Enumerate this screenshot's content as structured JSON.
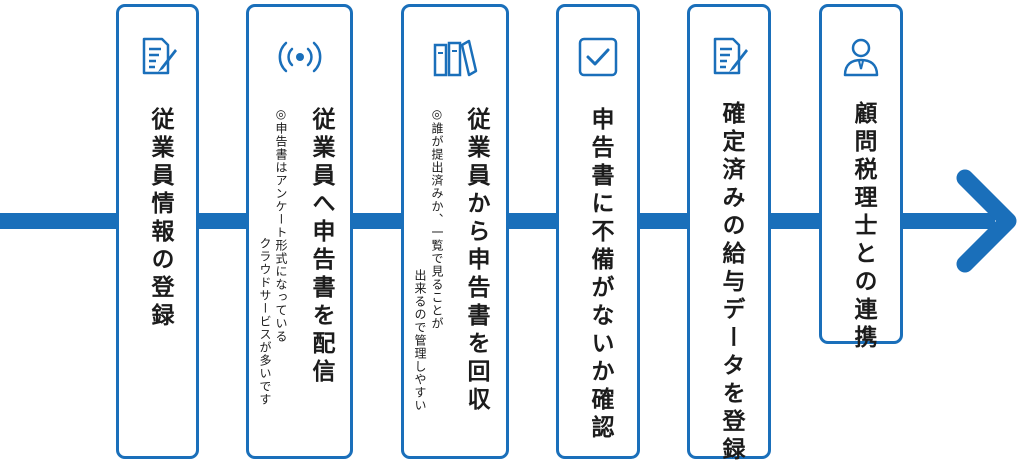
{
  "accent_color": "#1a6fba",
  "flow": {
    "steps": [
      {
        "icon": "document-pen-icon",
        "title": "従業員情報の登録",
        "note": []
      },
      {
        "icon": "broadcast-icon",
        "title": "従業員へ申告書を配信",
        "note": [
          "◎申告書はアンケート形式になっている",
          "クラウドサービスが多いです"
        ]
      },
      {
        "icon": "binders-icon",
        "title": "従業員から申告書を回収",
        "note": [
          "◎誰が提出済みか、一覧で見ることが",
          "出来るので管理しやすい"
        ]
      },
      {
        "icon": "checkbox-icon",
        "title": "申告書に不備がないか確認",
        "note": []
      },
      {
        "icon": "document-pen-icon",
        "title": "確定済みの給与データを登録",
        "note": []
      },
      {
        "icon": "person-icon",
        "title": "顧問税理士との連携",
        "note": []
      }
    ]
  }
}
